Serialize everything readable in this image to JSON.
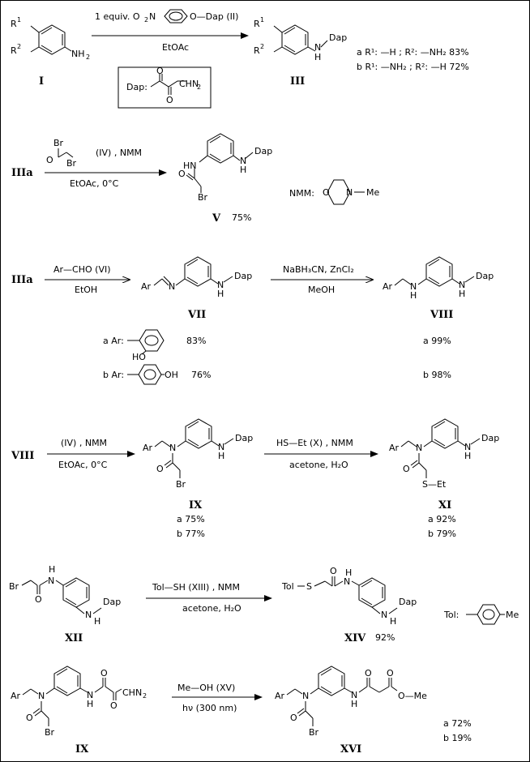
{
  "scheme1": {
    "label_I": "I",
    "R1": "R",
    "R1_sup": "1",
    "R2": "R",
    "R2_sup": "2",
    "NH": "NH",
    "NH_sub": "2",
    "reagent_prefix": "1 equiv. O",
    "reagent_O2N_sub": "2",
    "reagent_N": "N",
    "reagent_tail": "O—Dap (II)",
    "solvent": "EtOAc",
    "dap_box_label": "Dap:",
    "dap_box_CHN": "CHN",
    "dap_box_CHN_sub": "2",
    "product_label": "III",
    "product_N": "N",
    "product_H": "H",
    "product_Dap": "Dap",
    "yield_a": "a  R¹: —H ; R²: —NH₂   83%",
    "yield_b": "b  R¹: —NH₂ ; R²: —H   72%"
  },
  "scheme2": {
    "start": "IIIa",
    "reagent_Br1": "Br",
    "reagent_O": "O",
    "reagent_Br2": "Br",
    "reagent_text": "(IV) , NMM",
    "conditions": "EtOAc,   0°C",
    "HN": "HN",
    "N": "N",
    "H": "H",
    "O": "O",
    "Br": "Br",
    "Dap": "Dap",
    "product_label": "V",
    "yield": "75%",
    "nmm_label": "NMM:",
    "nmm_O": "O",
    "nmm_N": "N",
    "nmm_Me": "Me"
  },
  "scheme3": {
    "start": "IIIa",
    "reagent": "Ar—CHO  (VI)",
    "solvent": "EtOH",
    "imine_Ar": "Ar",
    "imine_N": "N",
    "N": "N",
    "H": "H",
    "Dap": "Dap",
    "label_VII": "VII",
    "reagent2": "NaBH₃CN,  ZnCl₂",
    "solvent2": "MeOH",
    "amine_Ar": "Ar",
    "amine_N": "N",
    "amine_H": "H",
    "label_VIII": "VIII",
    "row_a_label": "a Ar:",
    "row_a_OH": "HO",
    "row_a_yield1": "83%",
    "row_a_yield2": "a  99%",
    "row_b_label": "b Ar:",
    "row_b_OH": "OH",
    "row_b_yield1": "76%",
    "row_b_yield2": "b  98%"
  },
  "scheme4": {
    "start": "VIII",
    "reagent": "(IV) , NMM",
    "conditions": "EtOAc,   0°C",
    "Ar": "Ar",
    "N": "N",
    "H": "H",
    "O": "O",
    "Br": "Br",
    "Dap": "Dap",
    "label_IX": "IX",
    "yield_a": "a  75%",
    "yield_b": "b  77%",
    "reagent2": "HS—Et   (X) , NMM",
    "conditions2": "acetone,  H₂O",
    "S_Et": "S—Et",
    "label_XI": "XI",
    "yield2_a": "a  92%",
    "yield2_b": "b  79%"
  },
  "scheme5": {
    "Br": "Br",
    "H": "H",
    "N": "N",
    "O": "O",
    "Dap": "Dap",
    "label_XII": "XII",
    "reagent": "Tol—SH   (XIII) , NMM",
    "conditions": "acetone,  H₂O",
    "Tol": "Tol",
    "S": "S",
    "label_XIV": "XIV",
    "yield": "92%",
    "tol_def": "Tol:",
    "tol_Me": "Me"
  },
  "scheme6": {
    "Ar": "Ar",
    "N": "N",
    "H": "H",
    "O": "O",
    "Br": "Br",
    "CHN": "CHN",
    "CHN_sub": "2",
    "label_IX": "IX",
    "reagent": "Me—OH   (XV)",
    "conditions": "hν  (300 nm)",
    "OMe": "O—Me",
    "label_XVI": "XVI",
    "yield_a": "a  72%",
    "yield_b": "b  19%"
  }
}
